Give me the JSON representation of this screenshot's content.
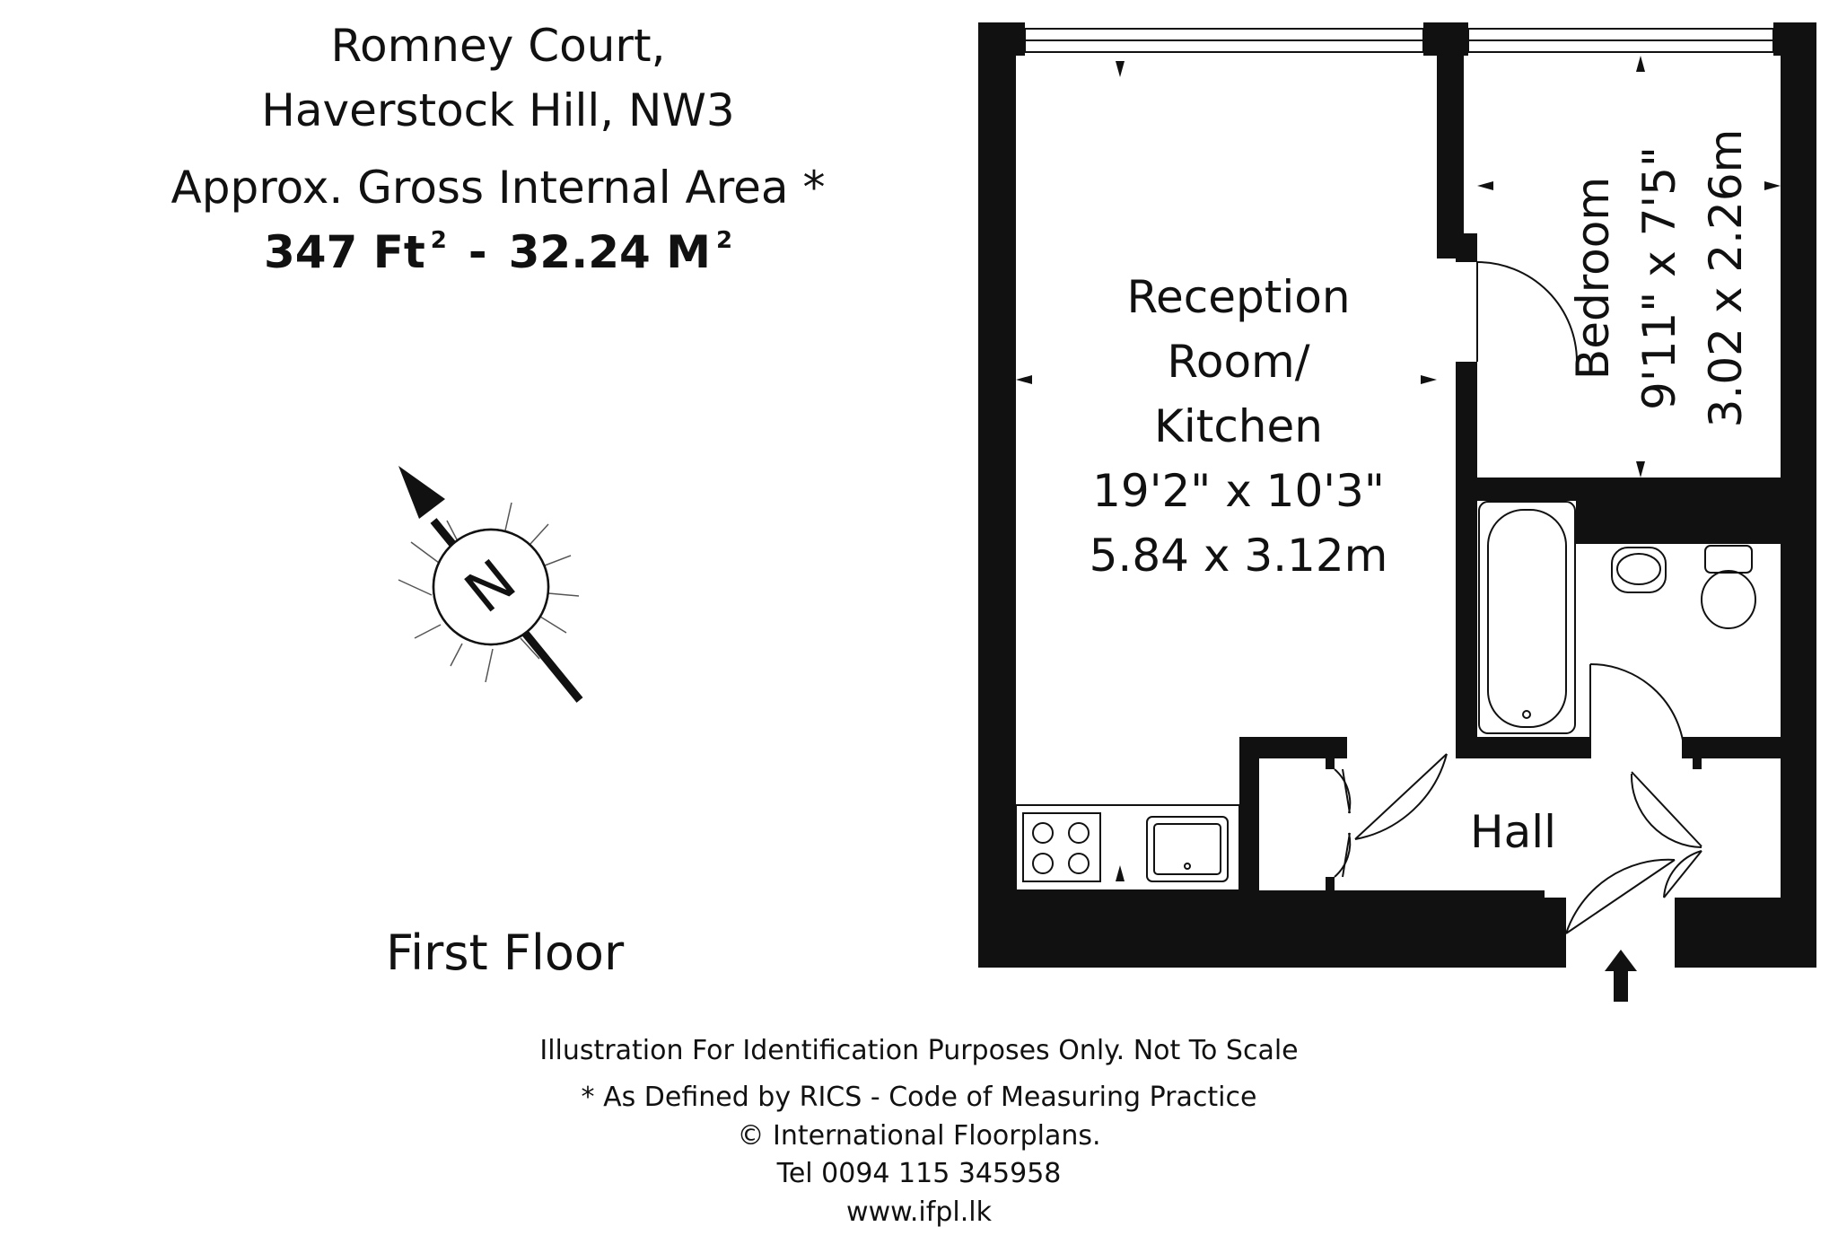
{
  "header": {
    "address_line1": "Romney Court,",
    "address_line2": "Haverstock Hill, NW3",
    "area_title": "Approx. Gross Internal Area *",
    "area_ft": "347 Ft",
    "area_ft_sup": "2",
    "area_dash": "-",
    "area_m": "32.24 M",
    "area_m_sup": "2"
  },
  "compass": {
    "label": "N"
  },
  "floor_label": "First Floor",
  "rooms": {
    "reception": {
      "name_line1": "Reception",
      "name_line2": "Room/",
      "name_line3": "Kitchen",
      "size_imperial": "19'2\" x 10'3\"",
      "size_metric": "5.84 x 3.12m"
    },
    "bedroom": {
      "name": "Bedroom",
      "size_imperial": "9'11\" x 7'5\"",
      "size_metric": "3.02 x 2.26m"
    },
    "hall": {
      "name": "Hall"
    }
  },
  "footer": {
    "disclaimer": "Illustration For Identification Purposes Only. Not To Scale",
    "rics": "* As Defined by RICS - Code of Measuring Practice",
    "copyright": "© International Floorplans.",
    "tel": "Tel 0094 115 345958",
    "website": "www.ifpl.lk"
  }
}
